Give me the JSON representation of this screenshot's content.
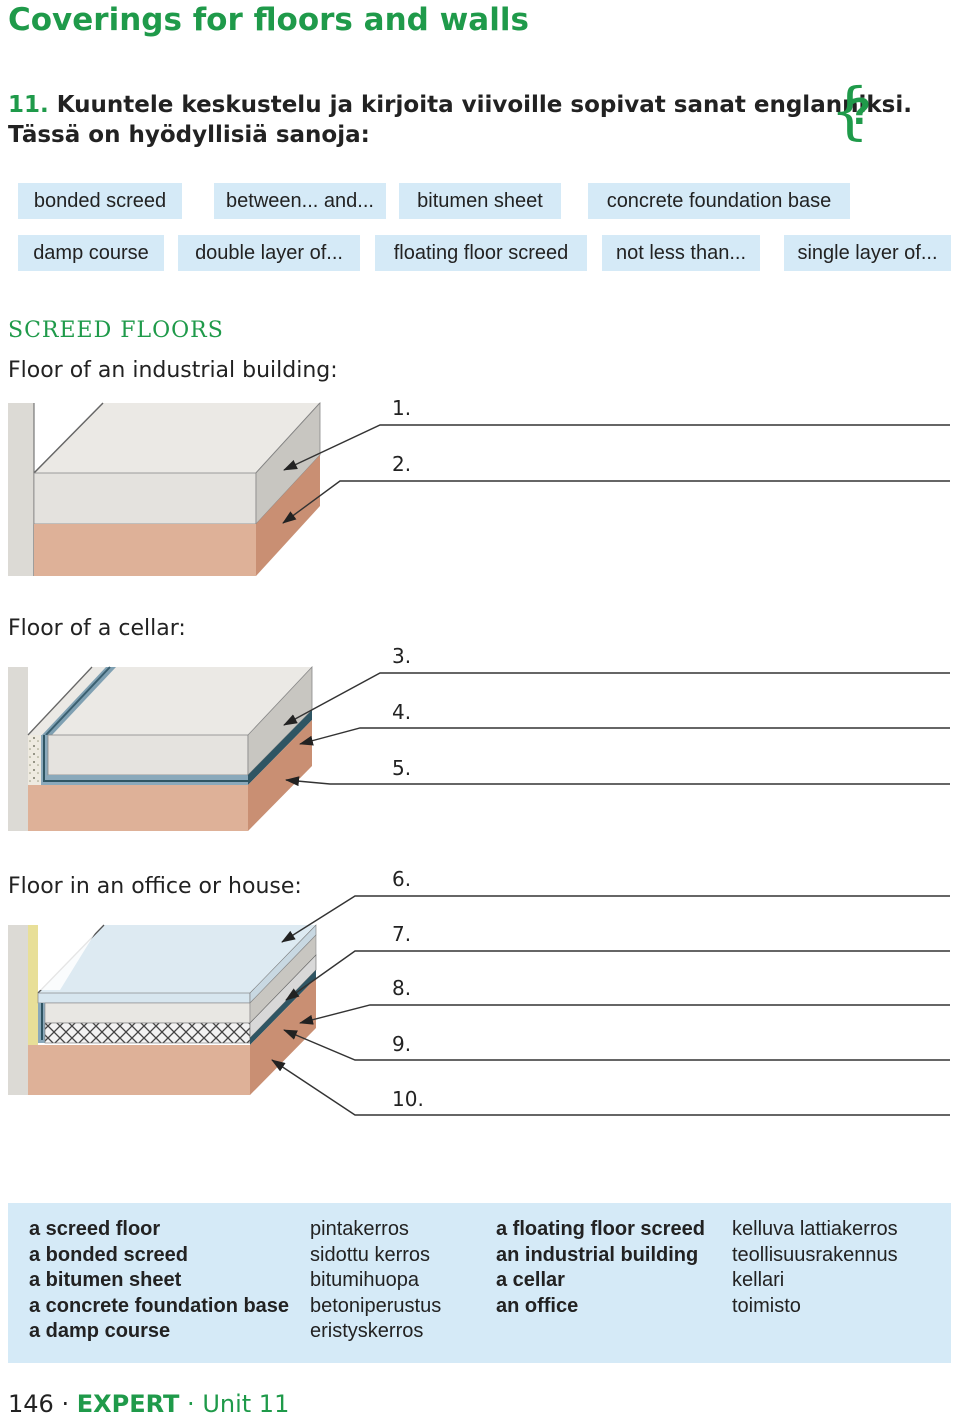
{
  "title": "Coverings for floors and walls",
  "task": {
    "number": "11.",
    "line1": "Kuuntele keskustelu ja kirjoita viivoille sopivat sanat englanniksi.",
    "line2": "Tässä on hyödyllisiä sanoja:"
  },
  "brace_symbol": "{",
  "brace_question": "?",
  "word_bank": [
    "bonded screed",
    "between... and...",
    "bitumen sheet",
    "concrete foundation base",
    "damp course",
    "double layer of...",
    "floating floor screed",
    "not less than...",
    "single layer of..."
  ],
  "section_title": "SCREED FLOORS",
  "diagrams": [
    {
      "label": "Floor of an industrial building:",
      "numbers": [
        "1.",
        "2."
      ]
    },
    {
      "label": "Floor of a cellar:",
      "numbers": [
        "3.",
        "4.",
        "5."
      ]
    },
    {
      "label": "Floor in an office or house:",
      "numbers": [
        "6.",
        "7.",
        "8.",
        "9.",
        "10."
      ]
    }
  ],
  "glossary": {
    "col1": [
      "a screed floor",
      "a bonded screed",
      "a bitumen sheet",
      "a concrete foundation base",
      "a damp course"
    ],
    "col2": [
      "pintakerros",
      "sidottu kerros",
      "bitumihuopa",
      "betoniperustus",
      "eristyskerros"
    ],
    "col3": [
      "a floating floor screed",
      "an industrial building",
      "a cellar",
      "an office"
    ],
    "col4": [
      "kelluva lattiakerros",
      "teollisuusrakennus",
      "kellari",
      "toimisto"
    ]
  },
  "footer": {
    "page": "146",
    "sep1": "·",
    "brand": "EXPERT",
    "sep2": "·",
    "unit": "Unit 11"
  },
  "colors": {
    "accent_green": "#1f9a4a",
    "chip_blue": "#d5eaf7",
    "concrete": "#e5e3df",
    "brick": "#d9ac92",
    "membrane": "#2f5563"
  }
}
